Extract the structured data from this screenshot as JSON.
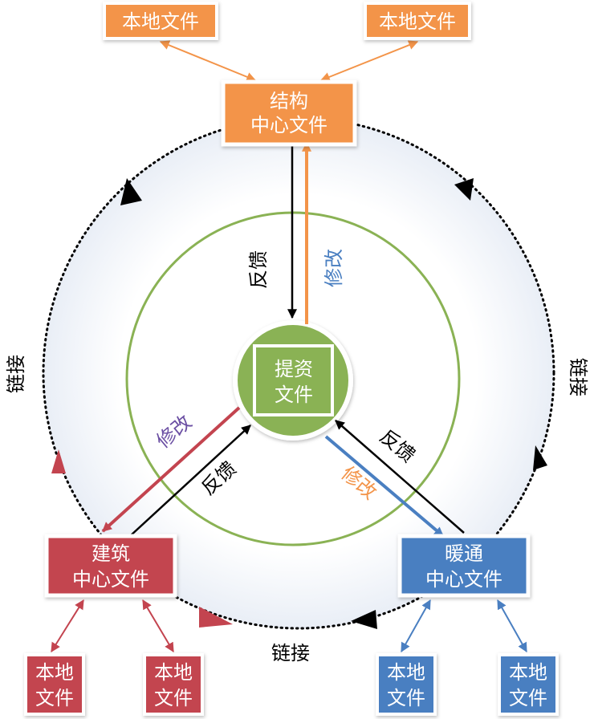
{
  "colors": {
    "orange": "#f39449",
    "red": "#c3444f",
    "blue": "#4a7fc1",
    "green": "#8ab254",
    "dark_green": "#7a9a3c",
    "ring_fill": "#f0f3f8"
  },
  "nodes": {
    "structure": {
      "line1": "结构",
      "line2": "中心文件"
    },
    "architecture": {
      "line1": "建筑",
      "line2": "中心文件"
    },
    "hvac": {
      "line1": "暖通",
      "line2": "中心文件"
    },
    "submission": {
      "line1": "提资",
      "line2": "文件"
    }
  },
  "local_file": {
    "single_line": "本地文件",
    "line1": "本地",
    "line2": "文件"
  },
  "labels": {
    "feedback": "反馈",
    "modify": "修改",
    "link": "链接"
  }
}
